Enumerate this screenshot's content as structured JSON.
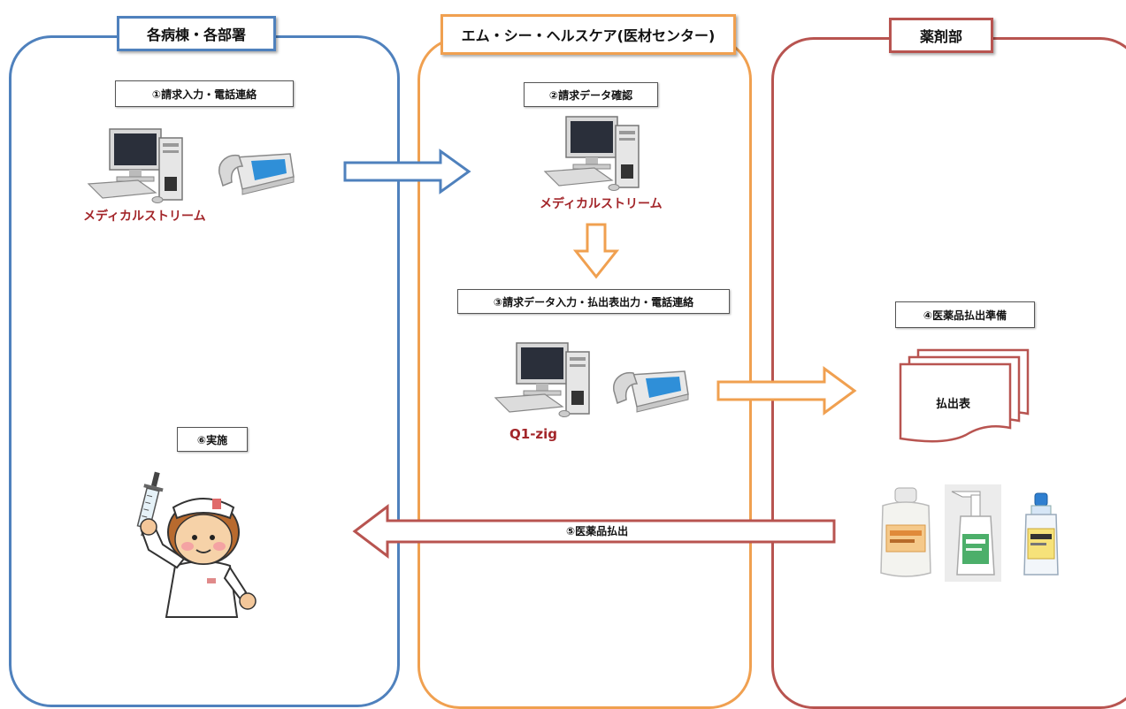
{
  "lanes": {
    "wards": {
      "title": "各病棟・各部署",
      "color": "#4f81bd"
    },
    "mc": {
      "title": "エム・シー・ヘルスケア(医材センター)",
      "color": "#f0a050"
    },
    "pharmacy": {
      "title": "薬剤部",
      "color": "#b85450"
    }
  },
  "steps": {
    "s1": "①請求入力・電話連絡",
    "s2": "②請求データ確認",
    "s3": "③請求データ入力・払出表出力・電話連絡",
    "s4": "④医薬品払出準備",
    "s5": "⑤医薬品払出",
    "s6": "⑥実施"
  },
  "systems": {
    "medical_stream_1": "メディカルストリーム",
    "medical_stream_2": "メディカルストリーム",
    "q1zig": "Q1-zig"
  },
  "document_label": "払出表",
  "colors": {
    "label_red": "#a3262a",
    "arrow_blue": "#4f81bd",
    "arrow_orange": "#f0a050",
    "arrow_red": "#b85450"
  }
}
